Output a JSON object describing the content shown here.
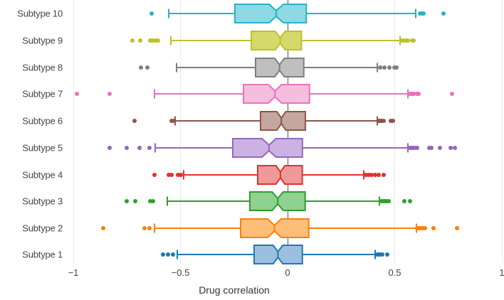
{
  "chart_data": {
    "type": "box",
    "title": "",
    "xlabel": "Drug correlation",
    "ylabel": "",
    "xlim": [
      -1.0,
      1.0
    ],
    "xticks": [
      -1,
      -0.5,
      0,
      0.5,
      1
    ],
    "xticklabels": [
      "−1",
      "−0.5",
      "0",
      "0.5",
      "1"
    ],
    "grid": true,
    "orientation": "horizontal",
    "notched": true,
    "zero_reference_line": 0,
    "categories": [
      "Subtype 10",
      "Subtype 9",
      "Subtype 8",
      "Subtype 7",
      "Subtype 6",
      "Subtype 5",
      "Subtype 4",
      "Subtype 3",
      "Subtype 2",
      "Subtype 1"
    ],
    "colors": {
      "Subtype 10": {
        "fill": "#8ed9e3",
        "line": "#24b3c9"
      },
      "Subtype 9": {
        "fill": "#d5d969",
        "line": "#bdc12c"
      },
      "Subtype 8": {
        "fill": "#bfbfbf",
        "line": "#7f7f7f"
      },
      "Subtype 7": {
        "fill": "#f5bede",
        "line": "#ea72bd"
      },
      "Subtype 6": {
        "fill": "#c5a79f",
        "line": "#8c564b"
      },
      "Subtype 5": {
        "fill": "#cbb2e3",
        "line": "#9467bd"
      },
      "Subtype 4": {
        "fill": "#ef9a9a",
        "line": "#e03131"
      },
      "Subtype 3": {
        "fill": "#8fd18f",
        "line": "#2ca02c"
      },
      "Subtype 2": {
        "fill": "#fcbe78",
        "line": "#ff7f0e"
      },
      "Subtype 1": {
        "fill": "#9dbfdf",
        "line": "#1f77b4"
      }
    },
    "boxes": [
      {
        "category": "Subtype 10",
        "whisker_low": -0.555,
        "q1": -0.247,
        "median": -0.054,
        "q3": 0.086,
        "whisker_high": 0.597,
        "outliers": [
          -0.635,
          0.618,
          0.627,
          0.636,
          0.726
        ]
      },
      {
        "category": "Subtype 9",
        "whisker_low": -0.545,
        "q1": -0.168,
        "median": -0.033,
        "q3": 0.066,
        "whisker_high": 0.524,
        "outliers": [
          -0.725,
          -0.688,
          -0.642,
          -0.633,
          -0.624,
          -0.615,
          -0.606,
          0.533,
          0.542,
          0.551,
          0.56,
          0.58,
          0.589
        ]
      },
      {
        "category": "Subtype 8",
        "whisker_low": -0.518,
        "q1": -0.149,
        "median": -0.037,
        "q3": 0.076,
        "whisker_high": 0.418,
        "outliers": [
          -0.685,
          -0.654,
          0.432,
          0.452,
          0.475,
          0.497,
          0.508
        ]
      },
      {
        "category": "Subtype 7",
        "whisker_low": -0.622,
        "q1": -0.206,
        "median": -0.059,
        "q3": 0.102,
        "whisker_high": 0.562,
        "outliers": [
          -0.985,
          -0.83,
          0.568,
          0.574,
          0.58,
          0.588,
          0.604,
          0.61,
          0.768
        ]
      },
      {
        "category": "Subtype 6",
        "whisker_low": -0.525,
        "q1": -0.127,
        "median": -0.03,
        "q3": 0.082,
        "whisker_high": 0.418,
        "outliers": [
          -0.715,
          -0.54,
          -0.532,
          0.424,
          0.432,
          0.44,
          0.448,
          0.483,
          0.492
        ]
      },
      {
        "category": "Subtype 5",
        "whisker_low": -0.618,
        "q1": -0.257,
        "median": -0.088,
        "q3": 0.068,
        "whisker_high": 0.56,
        "outliers": [
          -0.83,
          -0.75,
          -0.69,
          -0.645,
          0.57,
          0.578,
          0.586,
          0.594,
          0.605,
          0.66,
          0.672,
          0.71,
          0.76,
          0.782
        ]
      },
      {
        "category": "Subtype 4",
        "whisker_low": -0.485,
        "q1": -0.14,
        "median": -0.034,
        "q3": 0.068,
        "whisker_high": 0.356,
        "outliers": [
          -0.62,
          -0.555,
          -0.54,
          -0.512,
          -0.498,
          0.365,
          0.378,
          0.392,
          0.408,
          0.425,
          0.448
        ]
      },
      {
        "category": "Subtype 3",
        "whisker_low": -0.562,
        "q1": -0.176,
        "median": -0.046,
        "q3": 0.082,
        "whisker_high": 0.43,
        "outliers": [
          -0.752,
          -0.712,
          -0.64,
          -0.628,
          0.438,
          0.448,
          0.455,
          0.462,
          0.472,
          0.545,
          0.572
        ]
      },
      {
        "category": "Subtype 2",
        "whisker_low": -0.622,
        "q1": -0.218,
        "median": -0.06,
        "q3": 0.1,
        "whisker_high": 0.6,
        "outliers": [
          -0.86,
          -0.668,
          -0.645,
          0.606,
          0.614,
          0.622,
          0.63,
          0.64,
          0.68,
          0.79
        ]
      },
      {
        "category": "Subtype 1",
        "whisker_low": -0.515,
        "q1": -0.157,
        "median": -0.046,
        "q3": 0.068,
        "whisker_high": 0.408,
        "outliers": [
          -0.582,
          -0.558,
          -0.535,
          0.418,
          0.425,
          0.432,
          0.442,
          0.465
        ]
      }
    ]
  }
}
